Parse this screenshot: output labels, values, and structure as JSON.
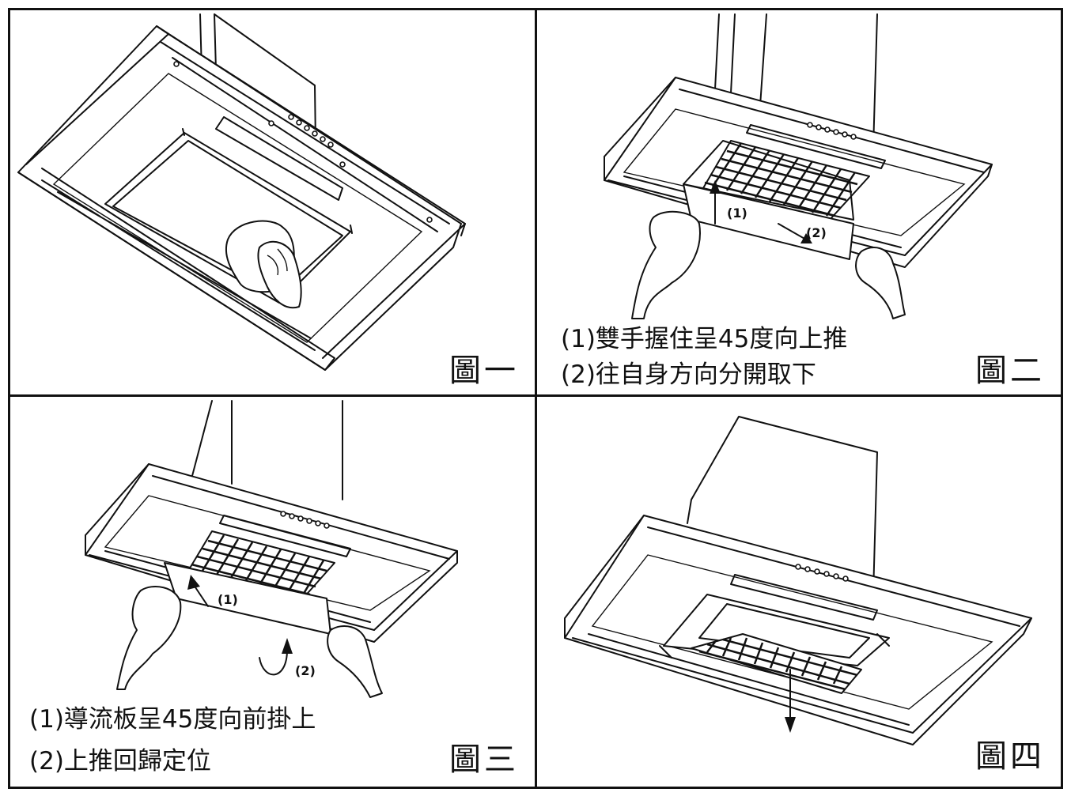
{
  "figures": [
    {
      "label": "圖一",
      "steps": []
    },
    {
      "label": "圖二",
      "steps": [
        "(1)雙手握住呈45度向上推",
        "(2)往自身方向分開取下"
      ],
      "callouts": [
        "(1)",
        "(2)"
      ]
    },
    {
      "label": "圖三",
      "steps": [
        "(1)導流板呈45度向前掛上",
        "(2)上推回歸定位"
      ],
      "callouts": [
        "(1)",
        "(2)"
      ]
    },
    {
      "label": "圖四",
      "steps": []
    }
  ],
  "icons": [
    "range-hood",
    "hand",
    "cloth",
    "arrow",
    "grease-filter"
  ]
}
